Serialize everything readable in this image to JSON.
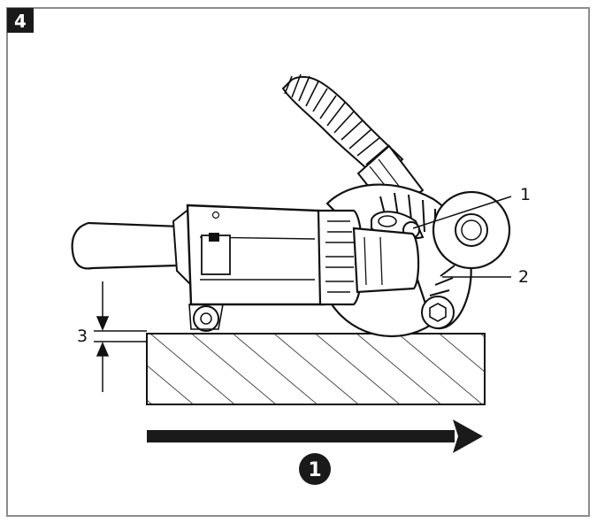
{
  "figure": {
    "number": "4",
    "callouts": {
      "one": "1",
      "two": "2",
      "three": "3"
    },
    "direction_marker": "1",
    "colors": {
      "frame": "#8c8c8c",
      "ink": "#111111",
      "badge": "#1a1a1a"
    }
  }
}
